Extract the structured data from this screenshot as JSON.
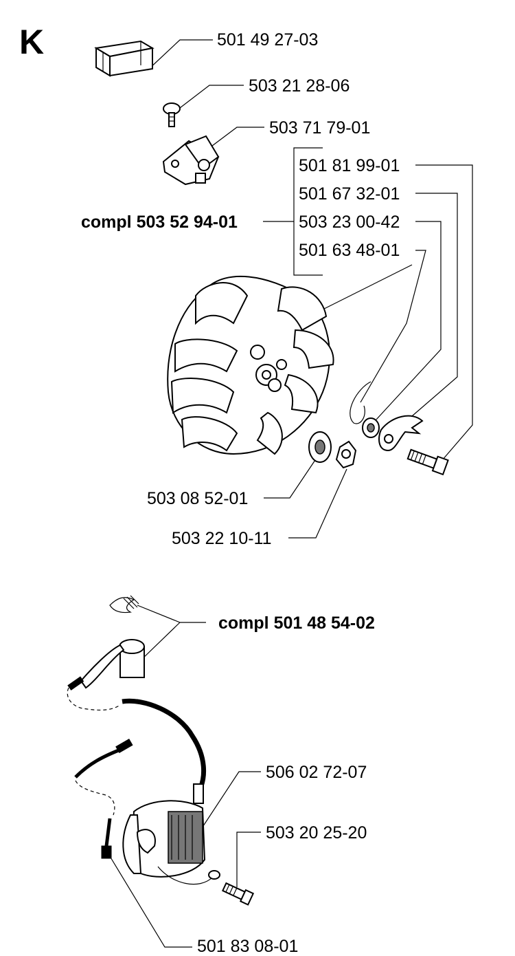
{
  "section_letter": "K",
  "flywheel_group": {
    "compl_label": "compl 503 52 94-01",
    "parts": {
      "cover_plate": "501 49 27-03",
      "screw": "503 21 28-06",
      "pawl_bracket": "503 71 79-01",
      "bolt": "501 81 99-01",
      "pawl": "501 67 32-01",
      "washer_small": "503 23 00-42",
      "spring": "501 63 48-01",
      "washer": "503 08 52-01",
      "nut": "503 22 10-11"
    }
  },
  "ignition_group": {
    "compl_label": "compl 501 48 54-02",
    "parts": {
      "ignition_coil": "506 02 72-07",
      "coil_screw": "503 20 25-20",
      "cable": "501 83 08-01"
    }
  }
}
